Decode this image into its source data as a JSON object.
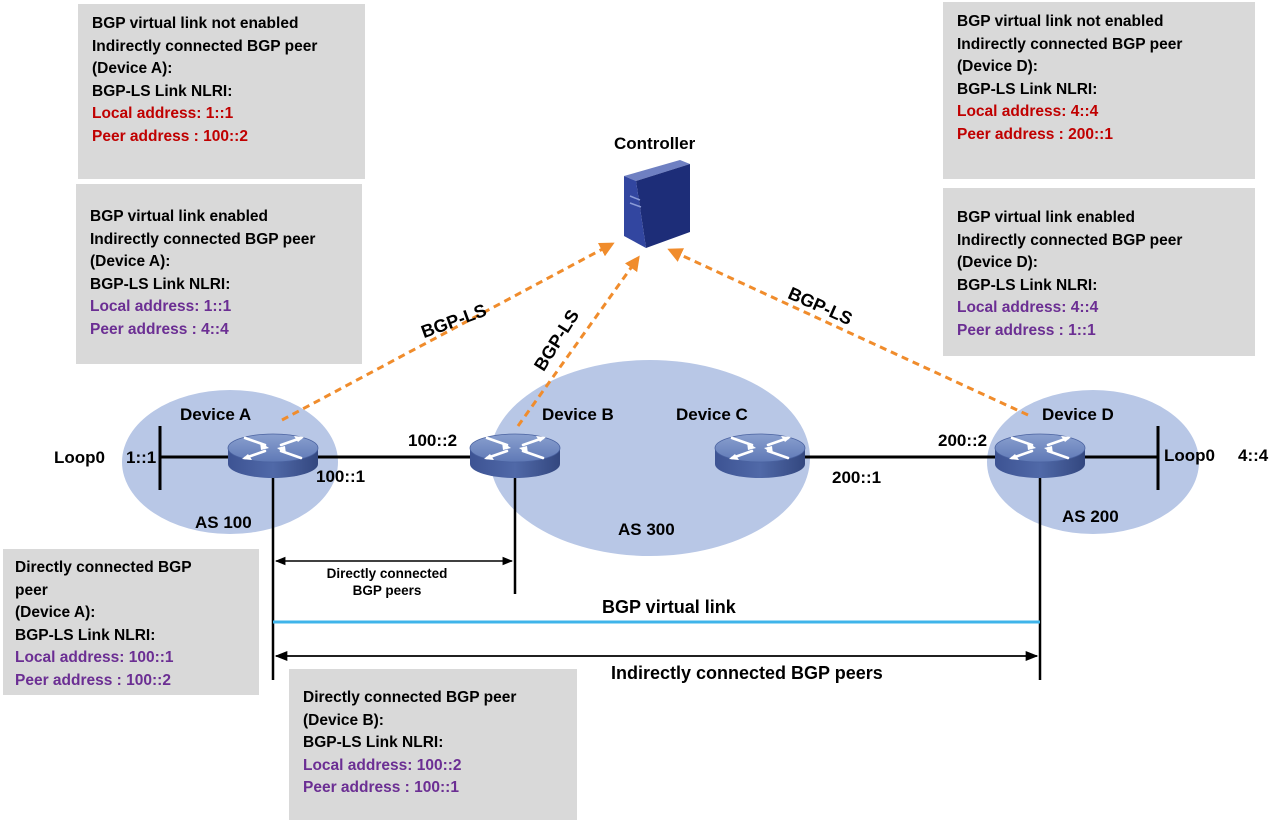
{
  "controller": {
    "label": "Controller"
  },
  "bgp_ls_label": "BGP-LS",
  "devices": {
    "a": {
      "label": "Device A",
      "loopback": "Loop0",
      "loopback_addr": "1::1",
      "as": "AS 100",
      "port_addr": "100::1"
    },
    "b": {
      "label": "Device B",
      "port_addr": "100::2"
    },
    "c": {
      "label": "Device C",
      "port_addr": "200::1"
    },
    "d": {
      "label": "Device D",
      "loopback": "Loop0",
      "loopback_addr": "4::4",
      "as": "AS 200",
      "port_addr": "200::2"
    }
  },
  "as300": "AS 300",
  "labels": {
    "direct_peers_line1": "Directly connected",
    "direct_peers_line2": "BGP peers",
    "virtual_link": "BGP virtual link",
    "indirect_peers": "Indirectly connected BGP peers"
  },
  "colors": {
    "ellipse": "#b8c7e6",
    "box": "#d9d9d9",
    "arrow": "#f08c2c",
    "virtual_link": "#3fb4ea",
    "red_text": "#c00000",
    "purple_text": "#6b2e93"
  },
  "boxes": {
    "a_disabled": {
      "l1": "BGP virtual link not enabled",
      "l2": "Indirectly connected BGP peer",
      "l3": "(Device A):",
      "l4": "BGP-LS Link NLRI:",
      "l5": "Local address: 1::1",
      "l6": "Peer address : 100::2"
    },
    "a_enabled": {
      "l1": "BGP virtual link enabled",
      "l2": "Indirectly connected BGP peer",
      "l3": "(Device A):",
      "l4": "BGP-LS Link NLRI:",
      "l5": "Local address: 1::1",
      "l6": "Peer address : 4::4"
    },
    "d_disabled": {
      "l1": "BGP virtual link not enabled",
      "l2": "Indirectly connected BGP peer",
      "l3": "(Device D):",
      "l4": "BGP-LS Link NLRI:",
      "l5": "Local address: 4::4",
      "l6": "Peer address : 200::1"
    },
    "d_enabled": {
      "l1": "BGP virtual link enabled",
      "l2": "Indirectly connected BGP peer",
      "l3": "(Device D):",
      "l4": "BGP-LS Link NLRI:",
      "l5": "Local address: 4::4",
      "l6": "Peer address : 1::1"
    },
    "a_direct": {
      "l1": "Directly connected BGP",
      "l2": "peer",
      "l3": "(Device A):",
      "l4": "BGP-LS Link NLRI:",
      "l5": "Local address: 100::1",
      "l6": "Peer address : 100::2"
    },
    "b_direct": {
      "l1": "Directly connected BGP peer",
      "l2": "(Device B):",
      "l3": "BGP-LS Link NLRI:",
      "l4": "Local address: 100::2",
      "l5": "Peer address : 100::1"
    }
  }
}
